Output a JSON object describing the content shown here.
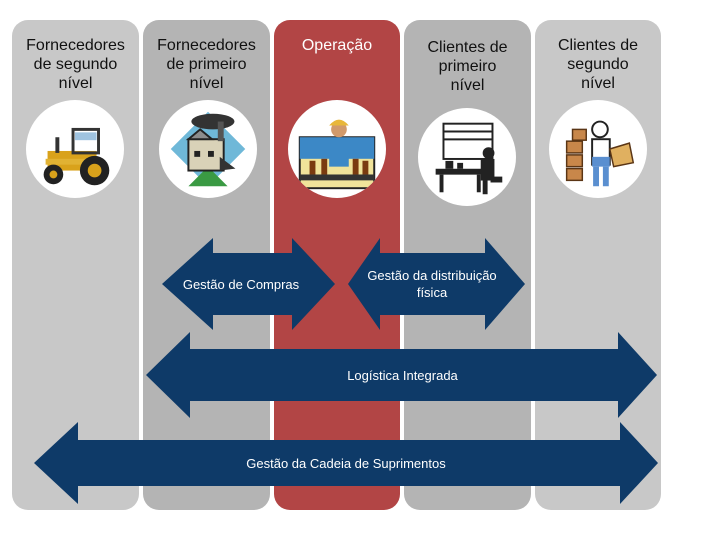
{
  "columns": [
    {
      "label": "Fornecedores de segundo nível",
      "icon": "tractor-icon"
    },
    {
      "label": "Fornecedores de primeiro nível",
      "icon": "factory-icon"
    },
    {
      "label": "Operação",
      "icon": "worker-icon"
    },
    {
      "label": "Clientes de primeiro nível",
      "icon": "distributor-icon"
    },
    {
      "label": "Clientes de segundo nível",
      "icon": "consumer-icon"
    }
  ],
  "arrows": {
    "compras": "Gestão de Compras",
    "distribuicao": "Gestão da distribuição física",
    "logistica": "Logística Integrada",
    "cadeia": "Gestão da Cadeia de Suprimentos"
  },
  "colors": {
    "column_grey": "#c8c8c8",
    "column_red": "#b24545",
    "arrow_navy": "#0e3a68"
  }
}
